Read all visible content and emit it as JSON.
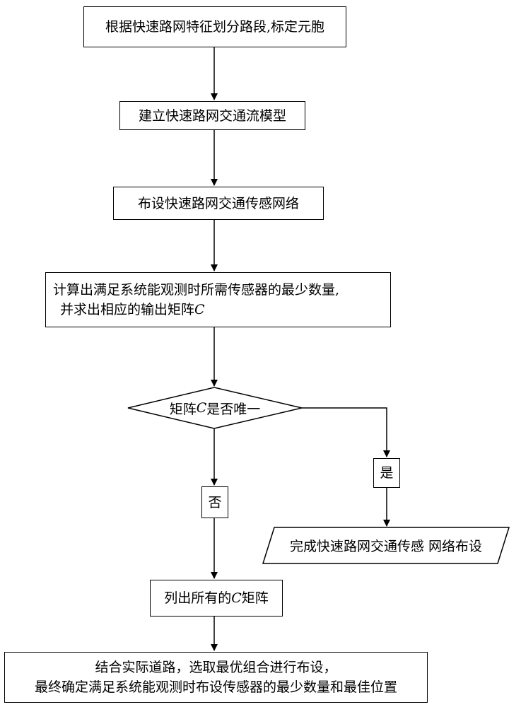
{
  "steps": {
    "step1": "根据快速路网特征划分路段,标定元胞",
    "step2": "建立快速路网交通流模型",
    "step3": "布设快速路网交通传感网络",
    "step4_line1": "计算出满足系统能观测时所需传感器的最少数量,",
    "step4_line2_prefix": "并求出相应的输出矩阵",
    "step4_line2_var": "C"
  },
  "decision": {
    "prefix": "矩阵",
    "var": "C",
    "suffix": "是否唯一"
  },
  "branches": {
    "no_label": "否",
    "yes_label": "是"
  },
  "yes_output": "完成快速路网交通传感 网络布设",
  "no_steps": {
    "list_prefix": "列出所有的",
    "list_var": "C",
    "list_suffix": "矩阵",
    "final_line1": "结合实际道路，选取最优组合进行布设，",
    "final_line2": "最终确定满足系统能观测时布设传感器的最少数量和最佳位置"
  }
}
